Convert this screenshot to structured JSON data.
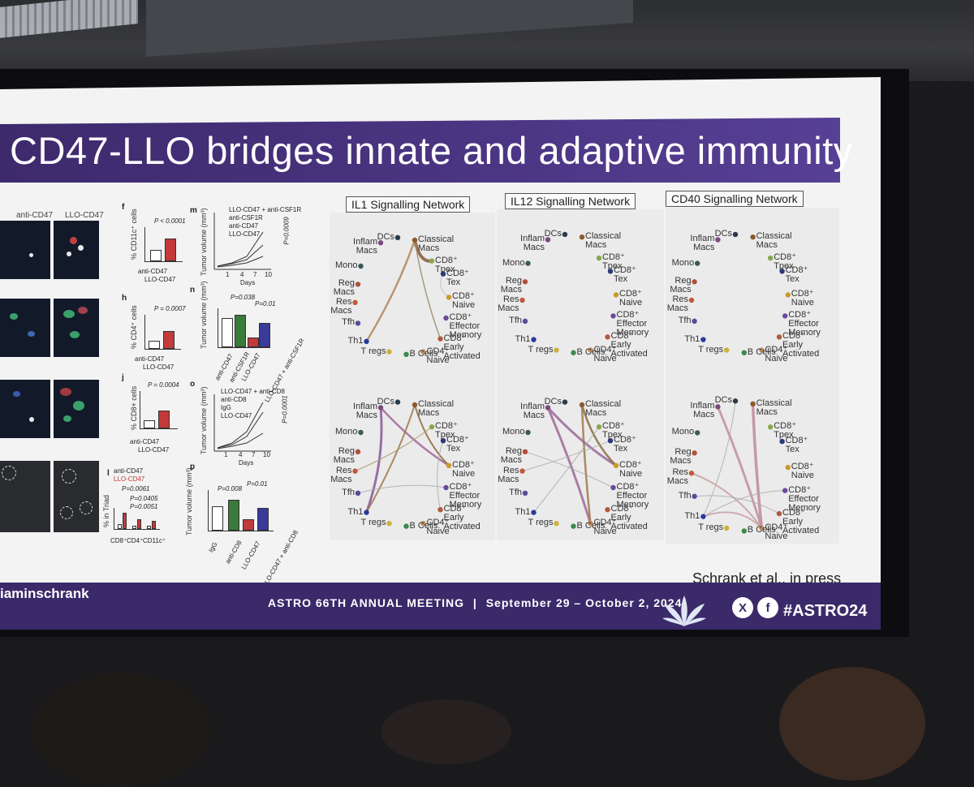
{
  "slide": {
    "title": "CD47-LLO bridges innate and adaptive immunity",
    "credit": "Schrank et al., in press"
  },
  "footer": {
    "handle": "iaminschrank",
    "meeting": "ASTRO 66TH ANNUAL MEETING",
    "separator": "|",
    "dates": "September 29 – October 2, 2024",
    "hashtag": "#ASTRO24",
    "social_icons": [
      "x-icon",
      "facebook-icon"
    ]
  },
  "figure_left": {
    "column_labels": [
      "anti-CD47",
      "LLO-CD47"
    ],
    "panel_letters": [
      "f",
      "h",
      "j",
      "l",
      "m",
      "n",
      "o",
      "p"
    ],
    "panel_f": {
      "ylabel": "% CD11c⁺ cells",
      "pvalue": "P < 0.0001",
      "categories": [
        "anti-CD47",
        "LLO-CD47"
      ]
    },
    "panel_h": {
      "ylabel": "% CD4⁺ cells",
      "pvalue": "P = 0.0007",
      "categories": [
        "anti-CD47",
        "LLO-CD47"
      ]
    },
    "panel_j": {
      "ylabel": "% CD8+ cells",
      "pvalue": "P = 0.0004",
      "categories": [
        "anti-CD47",
        "LLO-CD47"
      ]
    },
    "panel_l": {
      "legend": [
        "anti-CD47",
        "LLO-CD47"
      ],
      "ylabel": "% in Triad",
      "pvalues": [
        "P=0.0061",
        "P=0.0405",
        "P=0.0051"
      ],
      "categories": [
        "CD8⁺",
        "CD4⁺",
        "CD11c⁺"
      ]
    },
    "panel_m": {
      "legend": [
        "LLO-CD47 + anti-CSF1R",
        "anti-CSF1R",
        "anti-CD47",
        "LLO-CD47"
      ],
      "ylabel": "Tumor volume (mm³)",
      "xlabel": "Days",
      "xticks": [
        "1",
        "4",
        "7",
        "10"
      ],
      "pvalue": "P=0.0009"
    },
    "panel_n": {
      "ylabel": "Tumor volume (mm³)",
      "pvalues": [
        "P=0.038",
        "P=0.01"
      ],
      "categories": [
        "anti-CD47",
        "anti-CSF1R",
        "LLO-CD47",
        "LLO-CD47 + anti-CSF1R"
      ]
    },
    "panel_o": {
      "legend": [
        "LLO-CD47 + anti-CD8",
        "anti-CD8",
        "IgG",
        "LLO-CD47"
      ],
      "ylabel": "Tumor volume (mm³)",
      "xlabel": "Days",
      "xticks": [
        "1",
        "4",
        "7",
        "10"
      ],
      "pvalue": "P=0.0001"
    },
    "panel_p": {
      "ylabel": "Tumor volume (mm³)",
      "pvalues": [
        "P=0.008",
        "P=0.01"
      ],
      "categories": [
        "IgG",
        "anti-CD8",
        "LLO-CD47",
        "LLO-CD47 + anti-CD8"
      ]
    }
  },
  "networks": {
    "titles": [
      "IL1 Signalling Network",
      "IL12 Signalling Network",
      "CD40 Signalling Network"
    ],
    "nodes": [
      {
        "label": "Classical\nMacs",
        "color": "#8c5a2b"
      },
      {
        "label": "DCs",
        "color": "#2b3a4a"
      },
      {
        "label": "Inflam\nMacs",
        "color": "#7a4a7a"
      },
      {
        "label": "CD8⁺\nTpex",
        "color": "#8aa84a"
      },
      {
        "label": "CD8⁺\nTex",
        "color": "#2b3a7a"
      },
      {
        "label": "Mono",
        "color": "#3a5a5a"
      },
      {
        "label": "Reg\nMacs",
        "color": "#b0523a"
      },
      {
        "label": "CD8⁺\nNaive",
        "color": "#c89a2a"
      },
      {
        "label": "Res\nMacs",
        "color": "#c0583a"
      },
      {
        "label": "CD8⁺\nEffector\nMemory",
        "color": "#6a4a9a"
      },
      {
        "label": "Tfh",
        "color": "#5a4a9a"
      },
      {
        "label": "Th1",
        "color": "#2a3a9a"
      },
      {
        "label": "CD8⁺\nEarly\nActivated",
        "color": "#b05a3a"
      },
      {
        "label": "T regs",
        "color": "#d0b040"
      },
      {
        "label": "B Cells",
        "color": "#3a8a4a"
      },
      {
        "label": "CD4⁺\nNaive",
        "color": "#c08a5a"
      }
    ]
  }
}
